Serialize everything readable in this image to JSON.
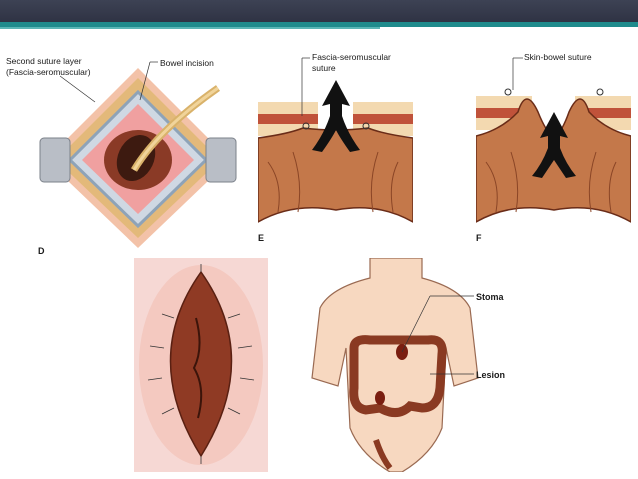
{
  "panel_d": {
    "label_second_suture_line1": "Second suture layer",
    "label_second_suture_line2": "(Fascia-seromuscular)",
    "label_bowel_incision": "Bowel incision",
    "panel_letter": "D"
  },
  "panel_e": {
    "label_fascia_line1": "Fascia-seromuscular",
    "label_fascia_line2": "suture",
    "panel_letter": "E"
  },
  "panel_f": {
    "label_skin_bowel": "Skin-bowel suture",
    "panel_letter": "F"
  },
  "panel_body": {
    "label_stoma": "Stoma",
    "label_lesion": "Lesion"
  },
  "colors": {
    "top_bar": "#2f3344",
    "accent": "#1f8b8c",
    "bowel": "#7a2e1c",
    "tissue": "#c07a4a",
    "skin": "#f2c9a8"
  }
}
